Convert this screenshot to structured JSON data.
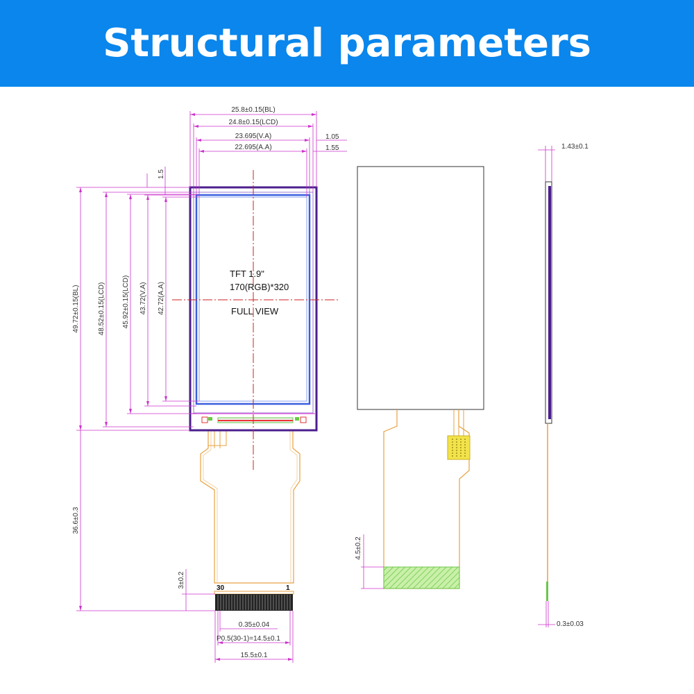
{
  "header": {
    "title": "Structural parameters"
  },
  "colors": {
    "banner": "#0a86ec",
    "dimension": "#cc33cc",
    "panel": "#4b1f8e",
    "fpc": "#e8a040",
    "centerline": "#cc2222"
  },
  "front_view": {
    "label_model": "TFT 1.9\"",
    "label_resolution": "170(RGB)*320",
    "label_view": "FULL VIEW",
    "dim_bl_width": "25.8±0.15(BL)",
    "dim_lcd_width": "24.8±0.15(LCD)",
    "dim_va_width": "23.695(V.A)",
    "dim_aa_width": "22.695(A.A)",
    "dim_offset_1": "1.05",
    "dim_offset_2": "1.55",
    "dim_small_top": "1.5",
    "dim_bl_height": "49.72±0.15(BL)",
    "dim_lcd_height_1": "48.52±0.15(LCD)",
    "dim_lcd_height_2": "45.92±0.15(LCD)",
    "dim_va_height": "43.72(V.A)",
    "dim_aa_height": "42.72(A.A)",
    "dim_fpc_length": "36.6±0.3",
    "dim_stiffener": "3±0.2",
    "pin_first": "30",
    "pin_last": "1",
    "dim_pin_width": "0.35±0.04",
    "dim_pitch": "P0.5(30-1)=14.5±0.1",
    "dim_fpc_width": "15.5±0.1"
  },
  "back_view": {
    "dim_stiffener": "4.5±0.2"
  },
  "side_view": {
    "dim_thickness": "1.43±0.1",
    "dim_fpc_thickness": "0.3±0.03"
  }
}
